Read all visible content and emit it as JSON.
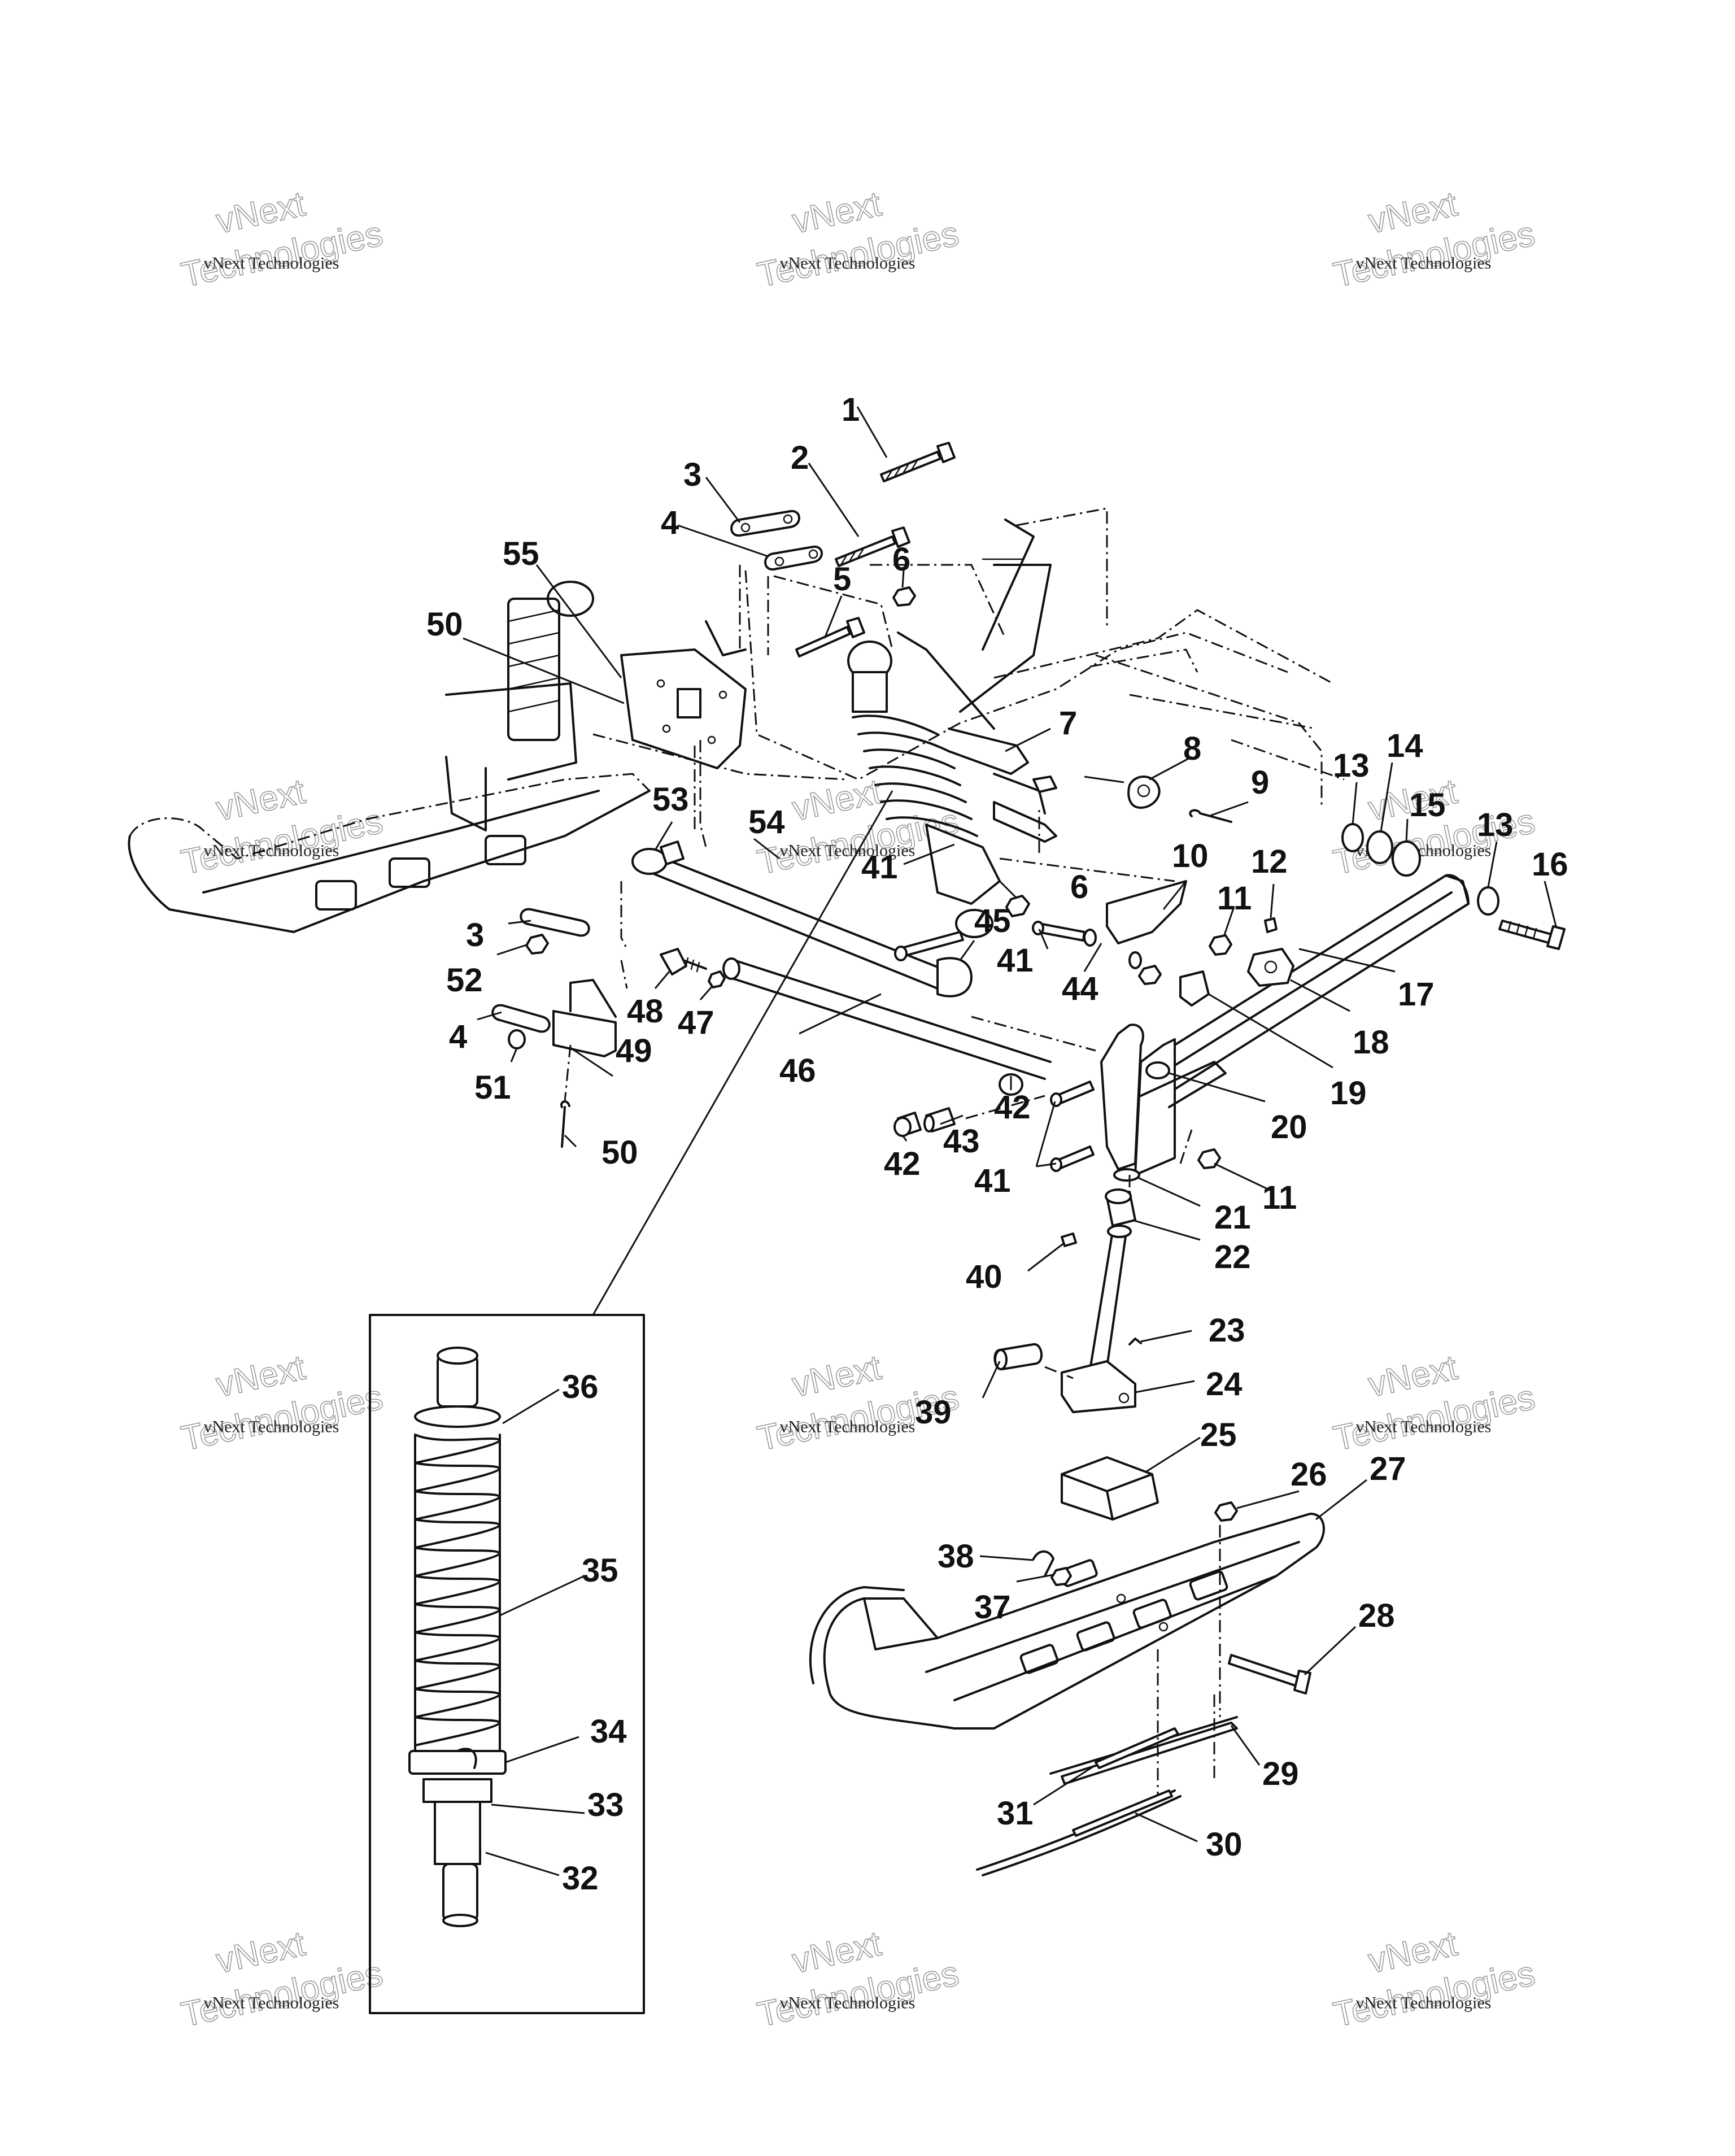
{
  "watermark": {
    "line1": "vNext",
    "line2": "Technologies",
    "small": "vNext Technologies"
  },
  "callouts": [
    {
      "id": "c1",
      "label": "1"
    },
    {
      "id": "c2",
      "label": "2"
    },
    {
      "id": "c3a",
      "label": "3"
    },
    {
      "id": "c4a",
      "label": "4"
    },
    {
      "id": "c6a",
      "label": "6"
    },
    {
      "id": "c5",
      "label": "5"
    },
    {
      "id": "c55",
      "label": "55"
    },
    {
      "id": "c50a",
      "label": "50"
    },
    {
      "id": "c7",
      "label": "7"
    },
    {
      "id": "c8",
      "label": "8"
    },
    {
      "id": "c9",
      "label": "9"
    },
    {
      "id": "c13a",
      "label": "13"
    },
    {
      "id": "c14",
      "label": "14"
    },
    {
      "id": "c15",
      "label": "15"
    },
    {
      "id": "c13b",
      "label": "13"
    },
    {
      "id": "c16",
      "label": "16"
    },
    {
      "id": "c53",
      "label": "53"
    },
    {
      "id": "c54",
      "label": "54"
    },
    {
      "id": "c41a",
      "label": "41"
    },
    {
      "id": "c6b",
      "label": "6"
    },
    {
      "id": "c10",
      "label": "10"
    },
    {
      "id": "c12",
      "label": "12"
    },
    {
      "id": "c11a",
      "label": "11"
    },
    {
      "id": "c45",
      "label": "45"
    },
    {
      "id": "c41b",
      "label": "41"
    },
    {
      "id": "c44",
      "label": "44"
    },
    {
      "id": "c17",
      "label": "17"
    },
    {
      "id": "c18",
      "label": "18"
    },
    {
      "id": "c3b",
      "label": "3"
    },
    {
      "id": "c52",
      "label": "52"
    },
    {
      "id": "c48",
      "label": "48"
    },
    {
      "id": "c47",
      "label": "47"
    },
    {
      "id": "c4b",
      "label": "4"
    },
    {
      "id": "c49",
      "label": "49"
    },
    {
      "id": "c51",
      "label": "51"
    },
    {
      "id": "c46",
      "label": "46"
    },
    {
      "id": "c42a",
      "label": "42"
    },
    {
      "id": "c19",
      "label": "19"
    },
    {
      "id": "c20",
      "label": "20"
    },
    {
      "id": "c42b",
      "label": "42"
    },
    {
      "id": "c43",
      "label": "43"
    },
    {
      "id": "c41c",
      "label": "41"
    },
    {
      "id": "c11b",
      "label": "11"
    },
    {
      "id": "c21",
      "label": "21"
    },
    {
      "id": "c50b",
      "label": "50"
    },
    {
      "id": "c22",
      "label": "22"
    },
    {
      "id": "c40",
      "label": "40"
    },
    {
      "id": "c23",
      "label": "23"
    },
    {
      "id": "c36",
      "label": "36"
    },
    {
      "id": "c39",
      "label": "39"
    },
    {
      "id": "c24",
      "label": "24"
    },
    {
      "id": "c25",
      "label": "25"
    },
    {
      "id": "c26",
      "label": "26"
    },
    {
      "id": "c27",
      "label": "27"
    },
    {
      "id": "c38",
      "label": "38"
    },
    {
      "id": "c35",
      "label": "35"
    },
    {
      "id": "c37",
      "label": "37"
    },
    {
      "id": "c28",
      "label": "28"
    },
    {
      "id": "c34",
      "label": "34"
    },
    {
      "id": "c29",
      "label": "29"
    },
    {
      "id": "c33",
      "label": "33"
    },
    {
      "id": "c31",
      "label": "31"
    },
    {
      "id": "c30",
      "label": "30"
    },
    {
      "id": "c32",
      "label": "32"
    }
  ]
}
